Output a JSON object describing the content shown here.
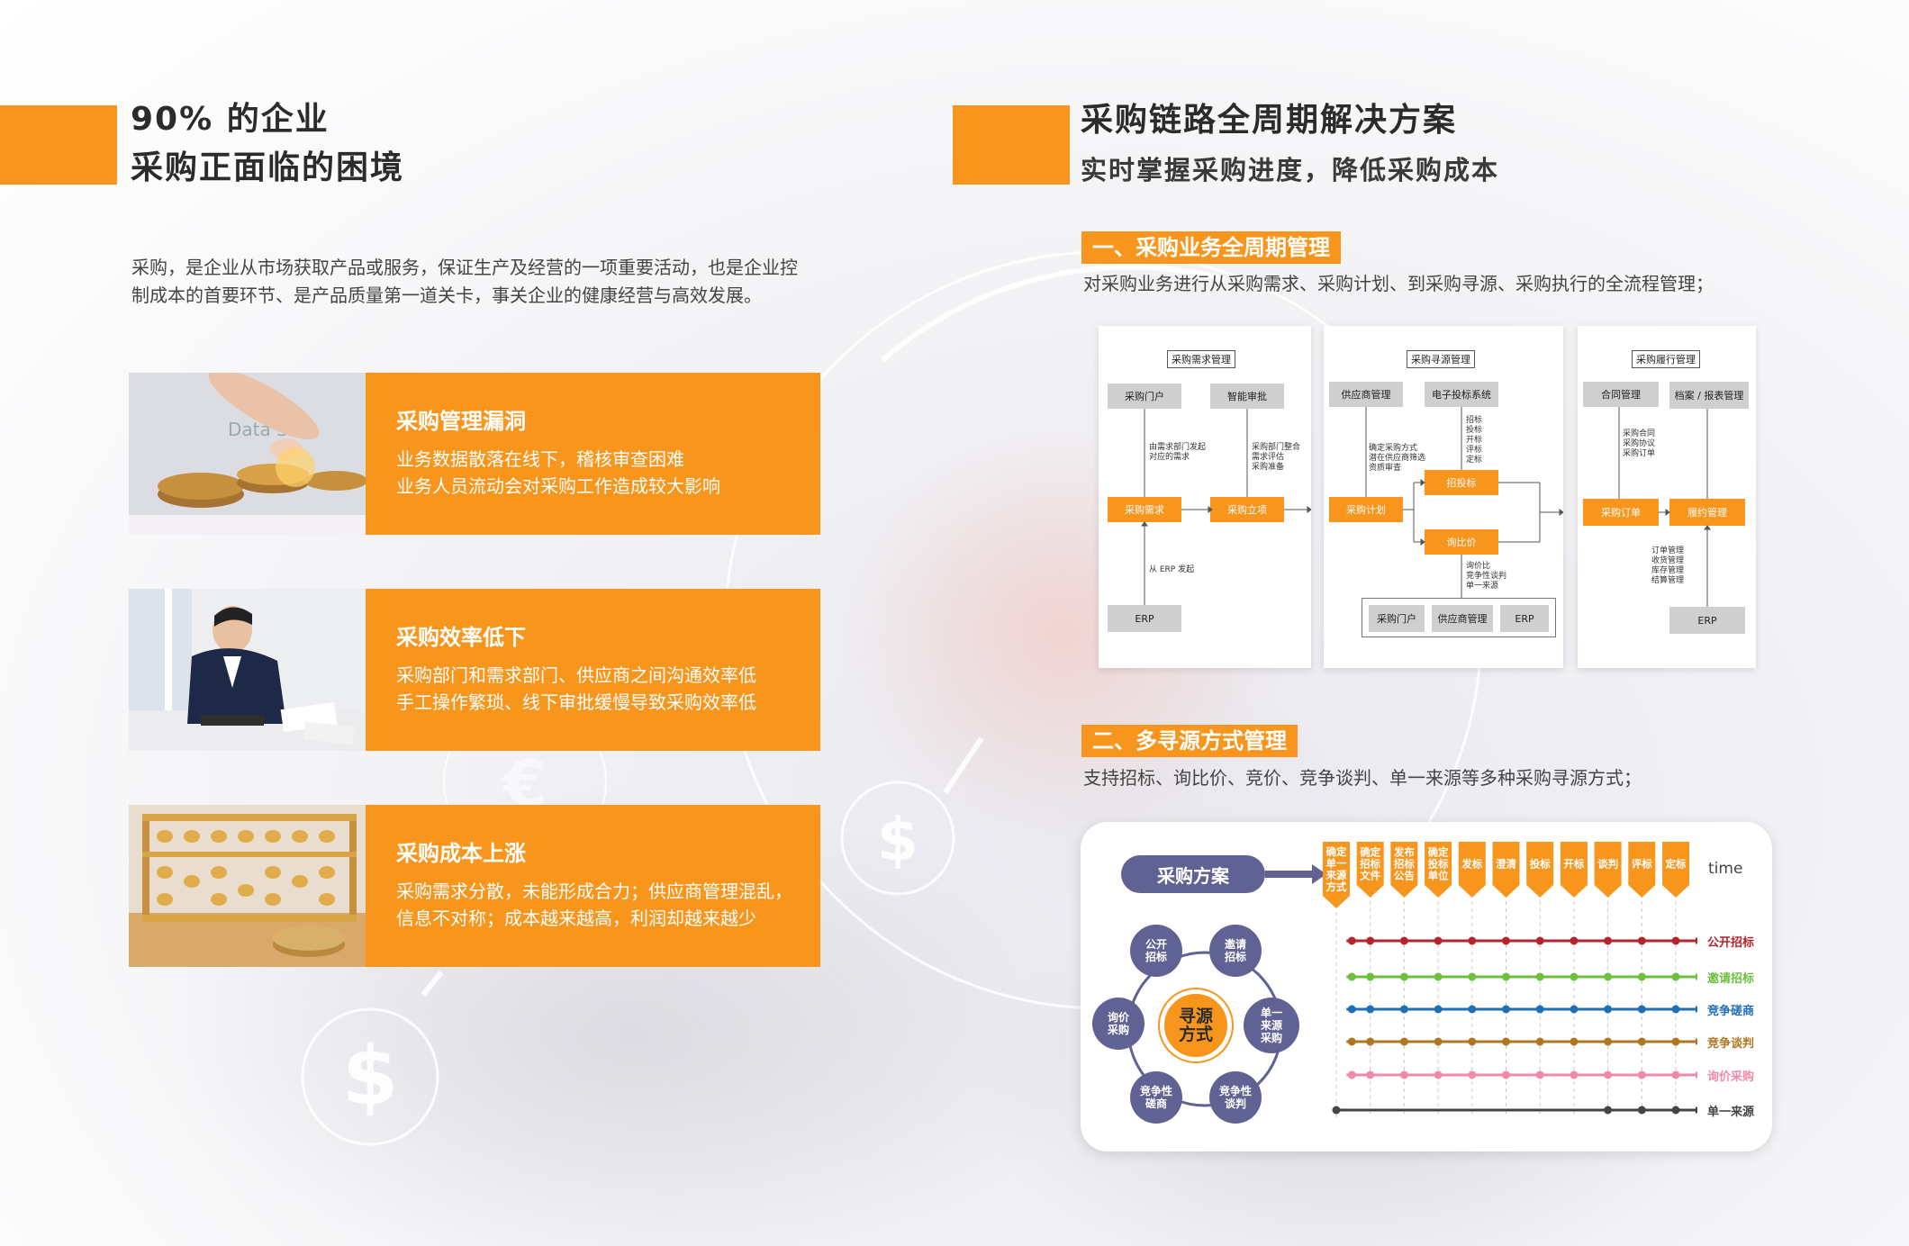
{
  "left": {
    "title_line1": "90% 的企业",
    "title_line2": "采购正面临的困境",
    "intro_line1": "采购，是企业从市场获取产品或服务，保证生产及经营的一项重要活动，也是企业控",
    "intro_line2": "制成本的首要环节、是产品质量第一道关卡，事关企业的健康经营与高效发展。",
    "cards": [
      {
        "title": "采购管理漏洞",
        "line1": "业务数据散落在线下，稽核审查困难",
        "line2": "业务人员流动会对采购工作造成较大影响"
      },
      {
        "title": "采购效率低下",
        "line1": "采购部门和需求部门、供应商之间沟通效率低",
        "line2": "手工操作繁琐、线下审批缓慢导致采购效率低"
      },
      {
        "title": "采购成本上涨",
        "line1": "采购需求分散，未能形成合力；供应商管理混乱，",
        "line2": "信息不对称；成本越来越高，利润却越来越少"
      }
    ]
  },
  "right": {
    "title": "采购链路全周期解决方案",
    "subtitle": "实时掌握采购进度，降低采购成本",
    "section1": {
      "label": "一、采购业务全周期管理",
      "desc": "对采购业务进行从采购需求、采购计划、到采购寻源、采购执行的全流程管理；",
      "panel1": {
        "title": "采购需求管理",
        "portal": "采购门户",
        "approve": "智能审批",
        "note1": [
          "由需求部门发起",
          "对应的需求"
        ],
        "note2": [
          "采购部门整合",
          "需求评估",
          "采购准备"
        ],
        "demand": "采购需求",
        "project": "采购立项",
        "note3": "从 ERP 发起",
        "erp": "ERP"
      },
      "panel2": {
        "title": "采购寻源管理",
        "supplier": "供应商管理",
        "ebid": "电子投标系统",
        "bid_steps": [
          "招标",
          "投标",
          "开标",
          "评标",
          "定标"
        ],
        "note1": [
          "确定采购方式",
          "潜在供应商筛选",
          "资质审查"
        ],
        "plan": "采购计划",
        "bidding": "招投标",
        "inquiry": "询比价",
        "note2": [
          "询价比",
          "竞争性谈判",
          "单一来源"
        ],
        "bottom": [
          "采购门户",
          "供应商管理",
          "ERP"
        ]
      },
      "panel3": {
        "title": "采购履行管理",
        "contract": "合同管理",
        "archive": "档案 / 报表管理",
        "note1": [
          "采购合同",
          "采购协议",
          "采购订单"
        ],
        "order": "采购订单",
        "perform": "履约管理",
        "note2": [
          "订单管理",
          "收货管理",
          "库存管理",
          "结算管理"
        ],
        "erp": "ERP"
      }
    },
    "section2": {
      "label": "二、多寻源方式管理",
      "desc": "支持招标、询比价、竞价、竞争谈判、单一来源等多种采购寻源方式；",
      "plan_button": "采购方案",
      "center": [
        "寻源",
        "方式"
      ],
      "methods": [
        [
          "公开",
          "招标"
        ],
        [
          "邀请",
          "招标"
        ],
        [
          "单一",
          "来源",
          "采购"
        ],
        [
          "竞争性",
          "谈判"
        ],
        [
          "竞争性",
          "磋商"
        ],
        [
          "询价",
          "采购"
        ]
      ],
      "time_label": "time",
      "steps": [
        [
          "确定",
          "单一",
          "来源",
          "方式"
        ],
        [
          "确定",
          "招标",
          "文件"
        ],
        [
          "发布",
          "招标",
          "公告"
        ],
        [
          "确定",
          "投标",
          "单位"
        ],
        [
          "发标"
        ],
        [
          "澄清"
        ],
        [
          "投标"
        ],
        [
          "开标"
        ],
        [
          "谈判"
        ],
        [
          "评标"
        ],
        [
          "定标"
        ]
      ],
      "lines": [
        {
          "name": "公开招标",
          "color": "#b3262e",
          "start": 0
        },
        {
          "name": "邀请招标",
          "color": "#6fbf3f",
          "start": 0
        },
        {
          "name": "竞争磋商",
          "color": "#1f6fb8",
          "start": 0
        },
        {
          "name": "竞争谈判",
          "color": "#b07722",
          "start": 0
        },
        {
          "name": "询价采购",
          "color": "#f08aa8",
          "start": 0
        },
        {
          "name": "单一来源",
          "color": "#444444",
          "start": 0
        }
      ]
    }
  }
}
